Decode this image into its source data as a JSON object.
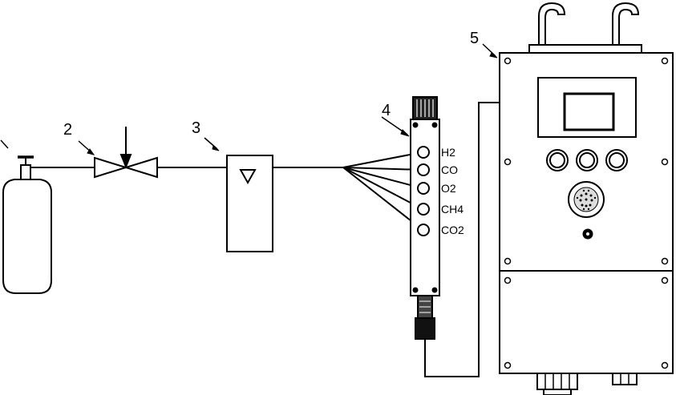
{
  "labels": {
    "valve": "2",
    "flowmeter": "3",
    "sensor_bar": "4",
    "controller": "5"
  },
  "gases": [
    "H2",
    "CO",
    "O2",
    "CH4",
    "CO2"
  ],
  "colors": {
    "line": "#000000",
    "background": "#ffffff"
  }
}
